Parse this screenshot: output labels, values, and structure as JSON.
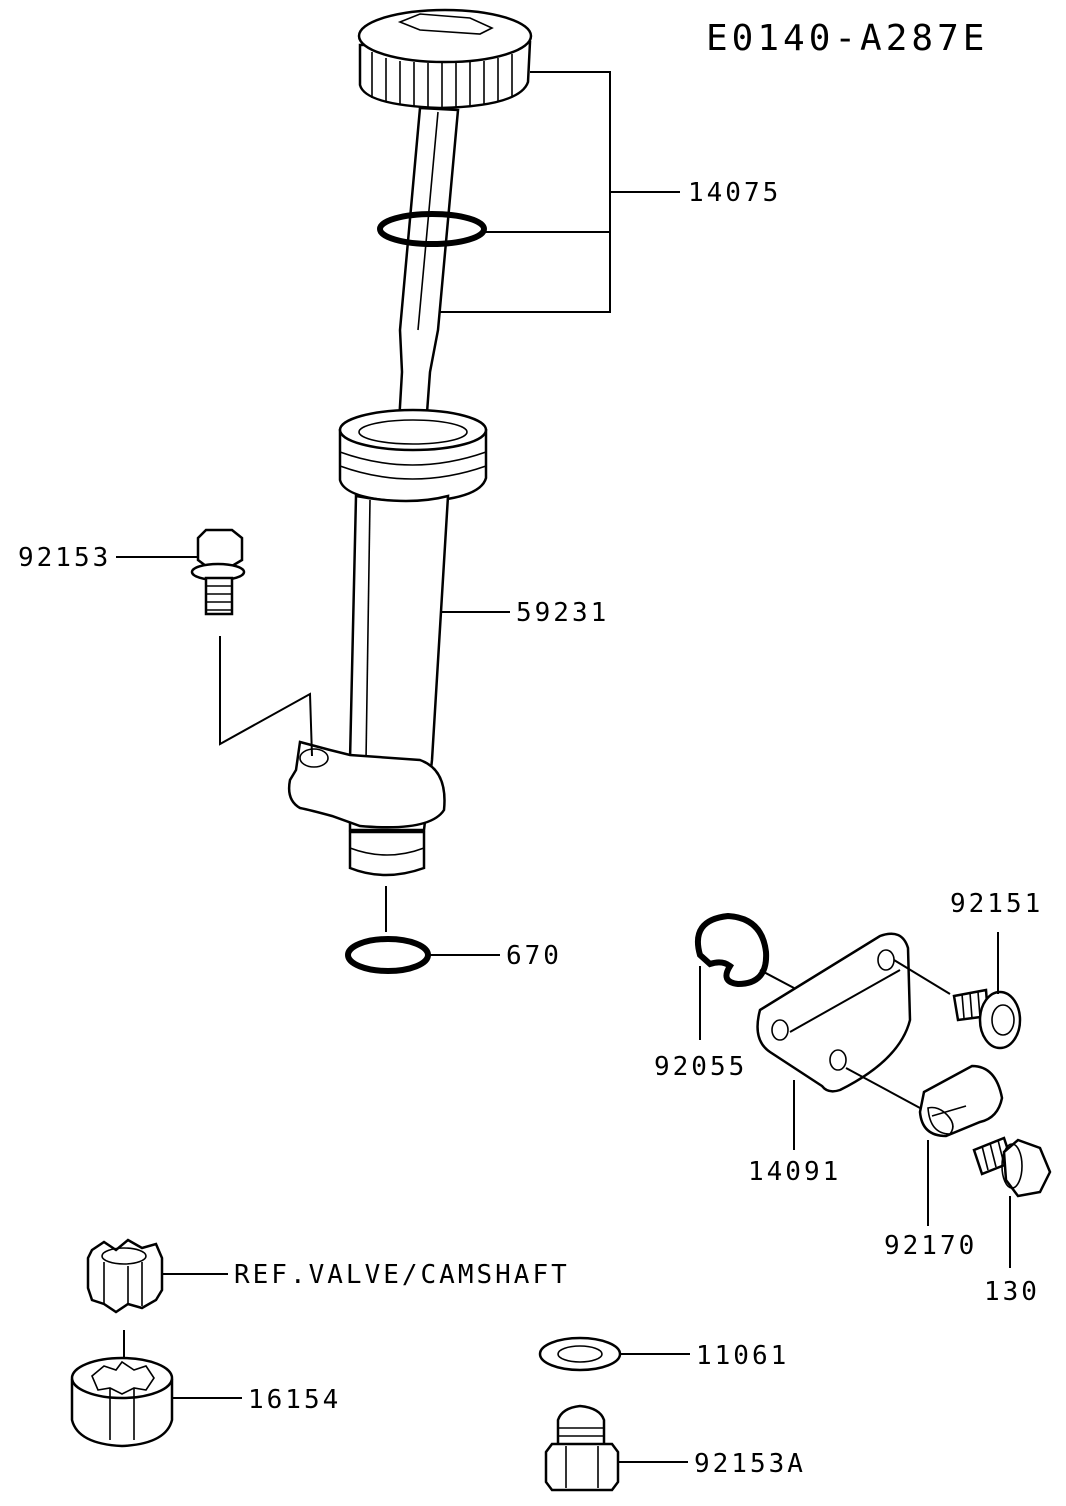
{
  "diagram": {
    "drawing_code": "E0140-A287E",
    "labels": {
      "dipstick_cap": "14075",
      "bolt_top": "92153",
      "filler_tube": "59231",
      "o_ring": "670",
      "bolt_bracket": "92151",
      "clip": "92055",
      "bracket": "14091",
      "clamp": "92170",
      "bolt_130": "130",
      "ref_note": "REF.VALVE/CAMSHAFT",
      "rotor": "16154",
      "washer": "11061",
      "drain_plug": "92153A"
    }
  }
}
